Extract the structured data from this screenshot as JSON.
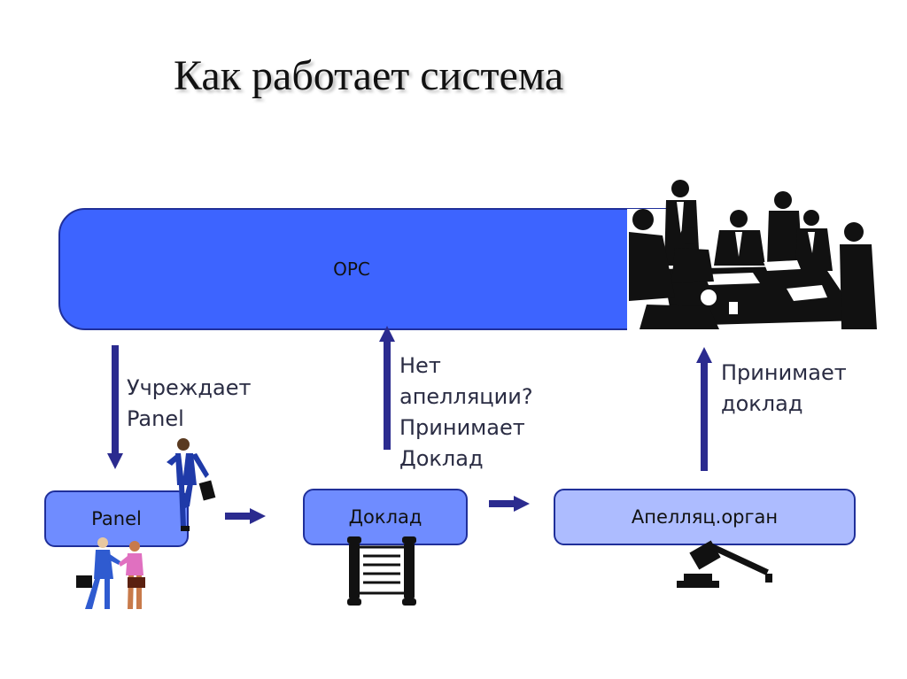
{
  "slide": {
    "title": "Как работает система",
    "colors": {
      "main_box": "#3d64ff",
      "process_box": "#6f8cff",
      "appeal_box": "#adbcff",
      "arrows": "#2b2b8f",
      "border": "#1f2f9a"
    },
    "boxes": {
      "wto": "ОРС",
      "panel": "Panel",
      "report": "Доклад",
      "appellate": "Апелляц.орган"
    },
    "labels": {
      "establishes": [
        "Учреждает",
        "Panel"
      ],
      "no_appeal": [
        "Нет",
        "апелляции?",
        "Принимает",
        "Доклад"
      ],
      "adopts": [
        "Принимает",
        "доклад"
      ]
    },
    "icons": {
      "meeting": "meeting-people-icon",
      "runner": "businessman-running-icon",
      "handshake": "handshake-icon",
      "scroll": "scroll-icon",
      "gavel": "gavel-icon"
    }
  }
}
